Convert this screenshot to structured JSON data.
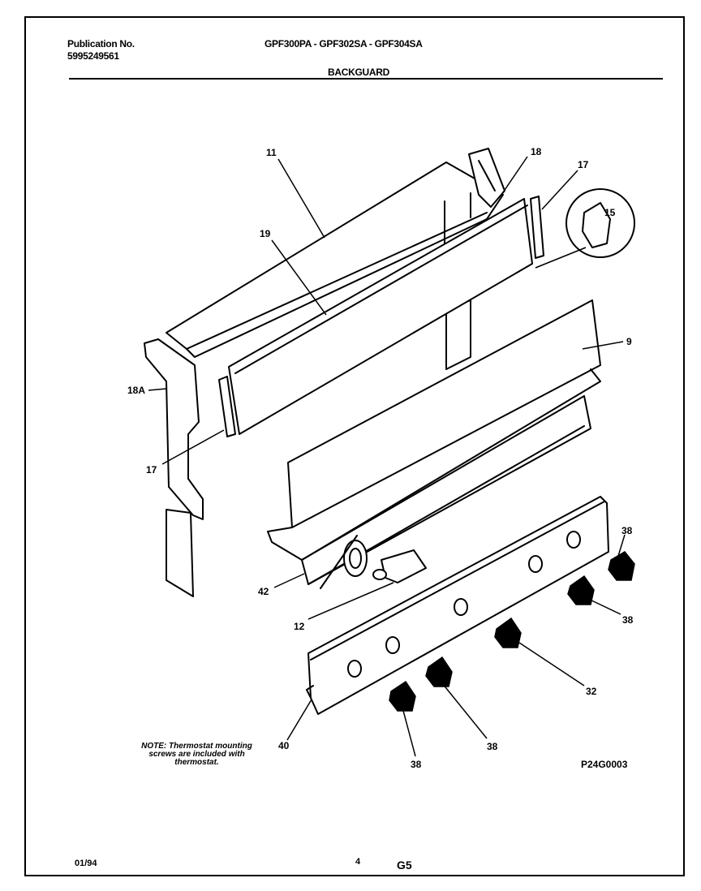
{
  "header": {
    "publication_label": "Publication No.",
    "publication_number": "5995249561",
    "models": "GPF300PA - GPF302SA - GPF304SA",
    "section": "BACKGUARD"
  },
  "callouts": {
    "c11": "11",
    "c18": "18",
    "c17a": "17",
    "c15": "15",
    "c19": "19",
    "c9": "9",
    "c18A": "18A",
    "c17b": "17",
    "c38a": "38",
    "c42": "42",
    "c38b": "38",
    "c12": "12",
    "c32": "32",
    "c40": "40",
    "c38c": "38",
    "c38d": "38"
  },
  "note": {
    "line1": "NOTE: Thermostat mounting",
    "line2": "screws are included with",
    "line3": "thermostat."
  },
  "figure_code": "P24G0003",
  "footer": {
    "date": "01/94",
    "page": "4",
    "code": "G5"
  }
}
